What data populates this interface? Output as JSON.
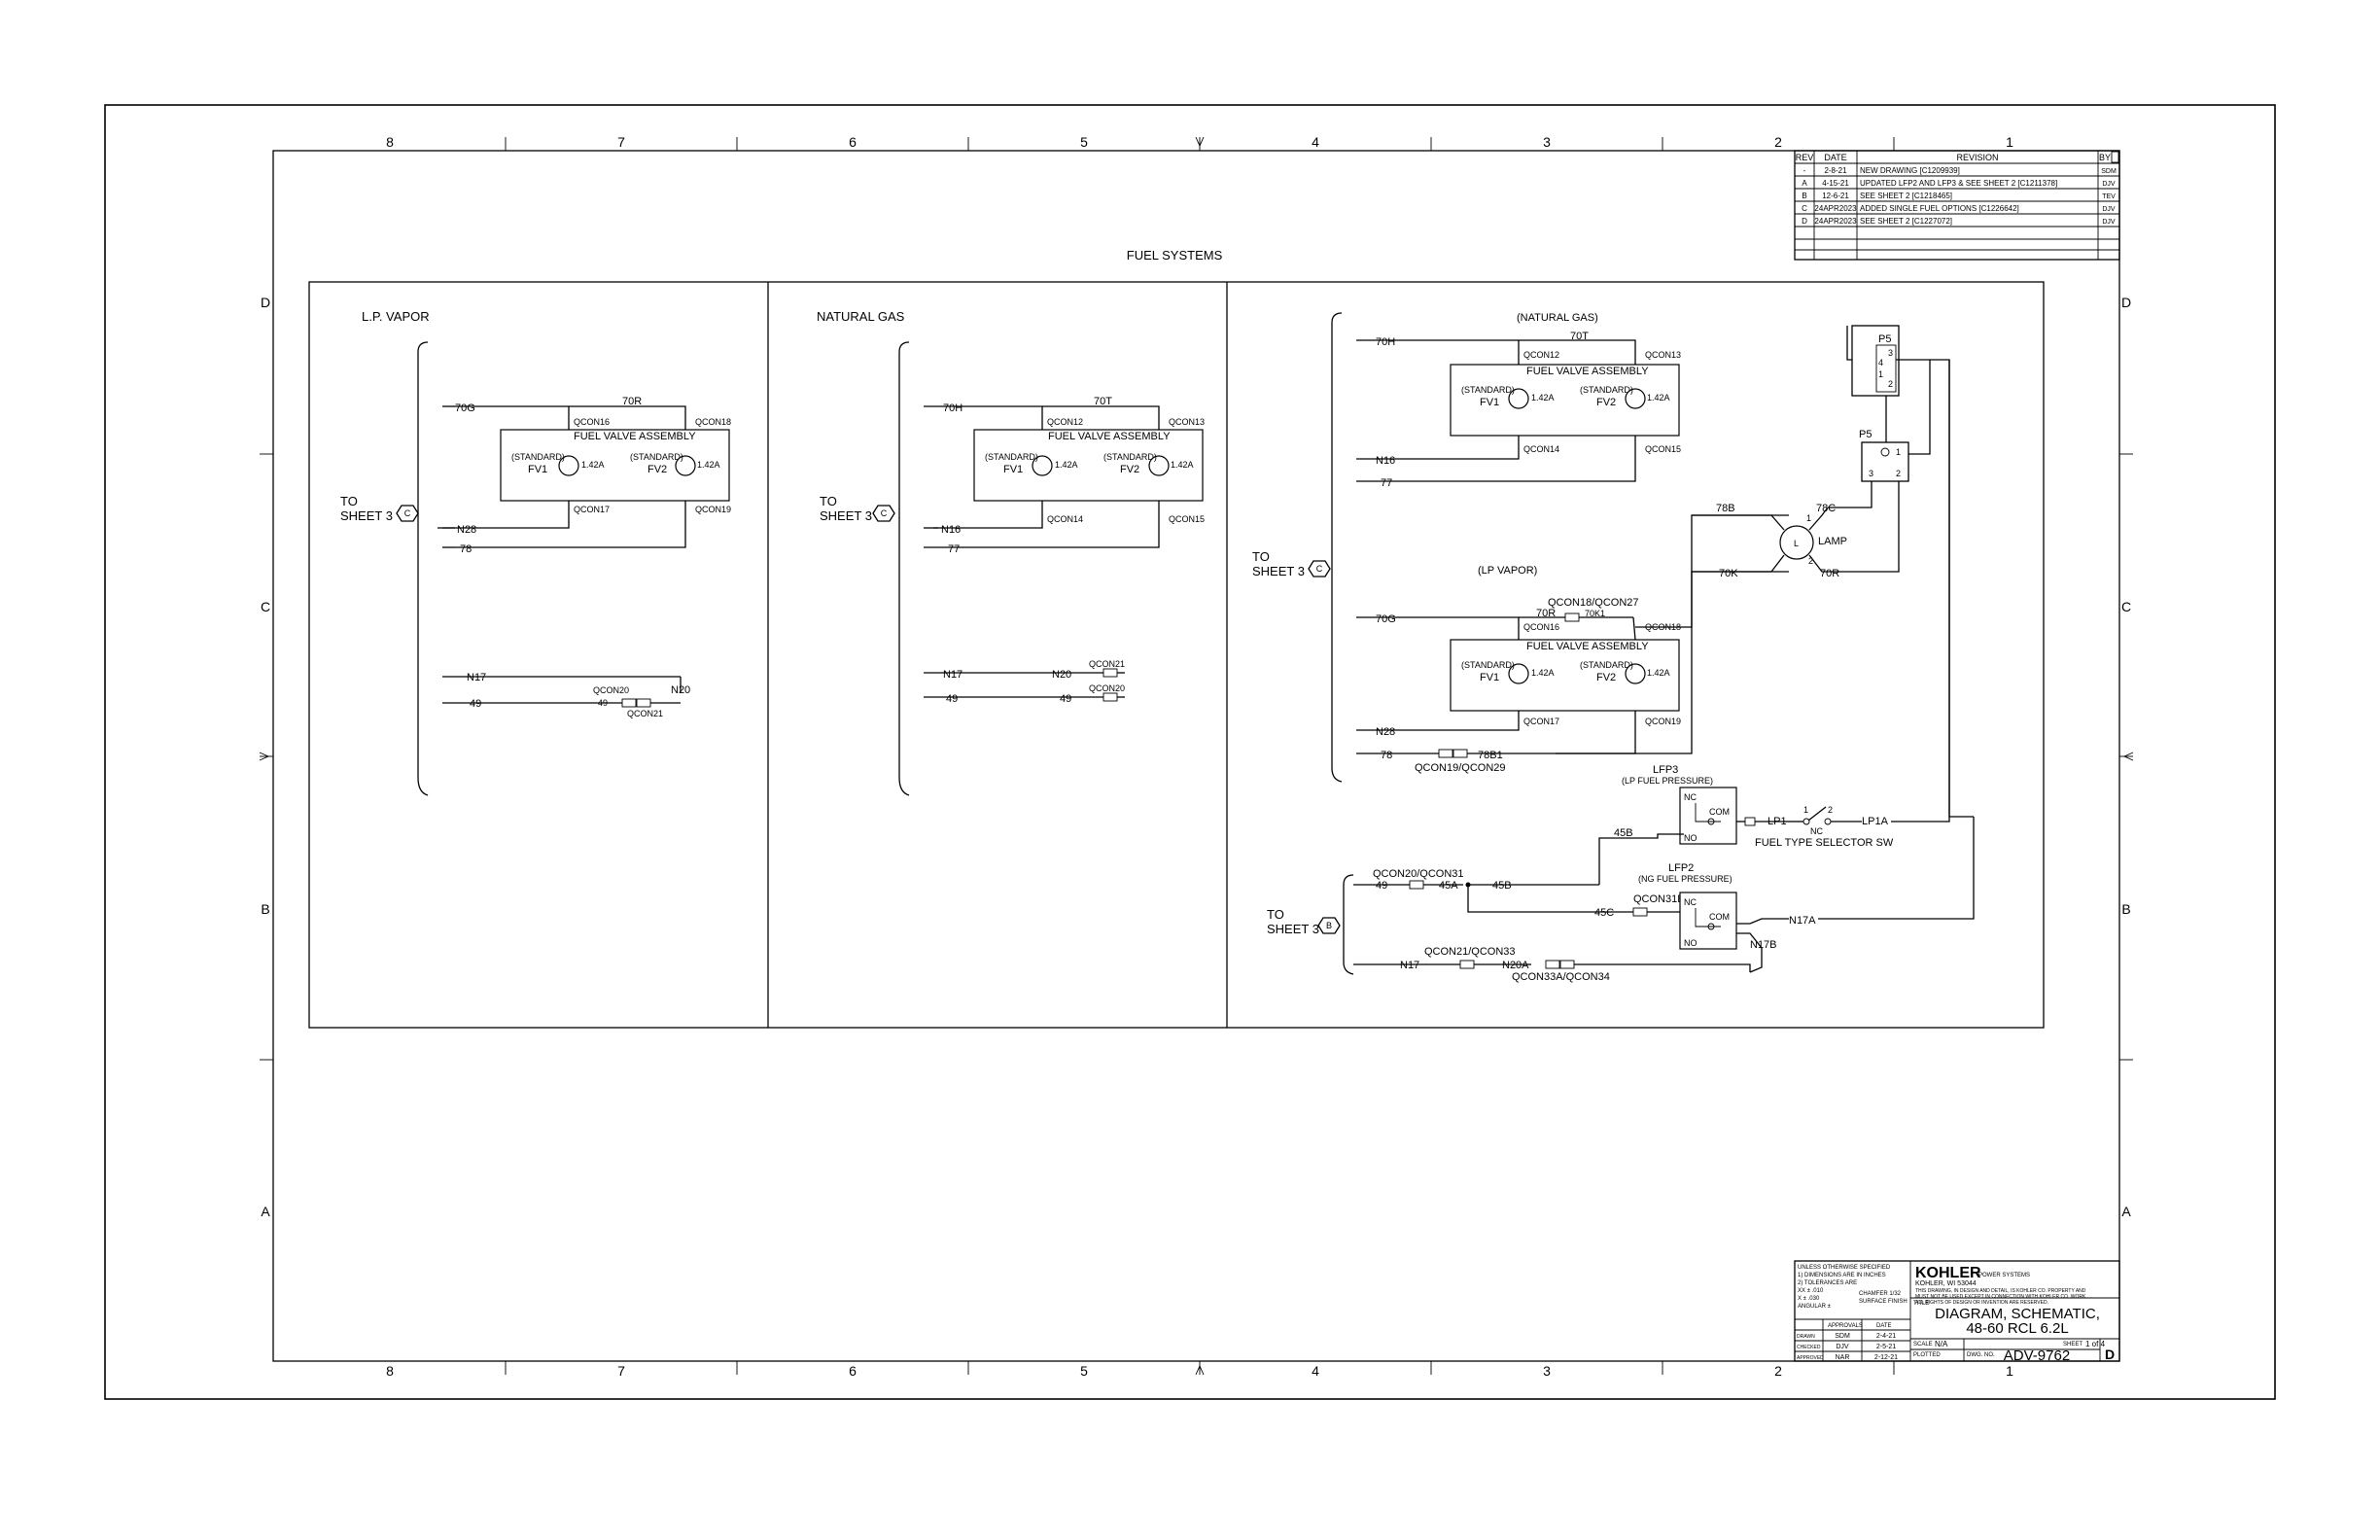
{
  "grid": {
    "cols": [
      "8",
      "7",
      "6",
      "5",
      "4",
      "3",
      "2",
      "1"
    ],
    "rows": [
      "D",
      "C",
      "B",
      "A"
    ]
  },
  "title": "FUEL SYSTEMS",
  "revision_block": {
    "headers": [
      "REV",
      "DATE",
      "REVISION",
      "BY"
    ],
    "rows": [
      {
        "rev": "-",
        "date": "2-8-21",
        "desc": "NEW DRAWING [C1209939]",
        "by": "SDM"
      },
      {
        "rev": "A",
        "date": "4-15-21",
        "desc": "UPDATED LFP2 AND LFP3 & SEE SHEET 2 [C1211378]",
        "by": "DJV"
      },
      {
        "rev": "B",
        "date": "12-6-21",
        "desc": "SEE SHEET 2 [C1218465]",
        "by": "TEV"
      },
      {
        "rev": "C",
        "date": "24APR2023",
        "desc": "ADDED SINGLE FUEL OPTIONS [C1226642]",
        "by": "DJV"
      },
      {
        "rev": "D",
        "date": "24APR2023",
        "desc": "SEE SHEET 2 [C1227072]",
        "by": "DJV"
      }
    ]
  },
  "panel_lp": {
    "heading": "L.P. VAPOR",
    "to_sheet": [
      "TO",
      "SHEET 3"
    ],
    "badge": "C",
    "assembly": "FUEL VALVE ASSEMBLY",
    "std1": "(STANDARD)",
    "fv1": "FV1",
    "std2": "(STANDARD)",
    "fv2": "FV2",
    "amp1": "1.42A",
    "amp2": "1.42A",
    "w_in": "70G",
    "w_top": "70R",
    "w_ret": "N28",
    "w_78": "78",
    "c_tl": "QCON16",
    "c_tr": "QCON18",
    "c_bl": "QCON17",
    "c_br": "QCON19",
    "w_n17": "N17",
    "w_49": "49",
    "w_n20": "N20",
    "c_q20": "QCON20",
    "c_q21": "QCON21",
    "w_49b": "49"
  },
  "panel_ng": {
    "heading": "NATURAL GAS",
    "to_sheet": [
      "TO",
      "SHEET 3"
    ],
    "badge": "C",
    "assembly": "FUEL VALVE ASSEMBLY",
    "std1": "(STANDARD)",
    "fv1": "FV1",
    "std2": "(STANDARD)",
    "fv2": "FV2",
    "amp1": "1.42A",
    "amp2": "1.42A",
    "w_in": "70H",
    "w_top": "70T",
    "w_ret": "N16",
    "w_77": "77",
    "c_tl": "QCON12",
    "c_tr": "QCON13",
    "c_bl": "QCON14",
    "c_br": "QCON15",
    "w_n17": "N17",
    "w_49": "49",
    "w_n20": "N20",
    "c_q21": "QCON21",
    "w_49b": "49",
    "c_q20": "QCON20"
  },
  "panel_dual": {
    "to_sheet_c": [
      "TO",
      "SHEET 3"
    ],
    "badge_c": "C",
    "to_sheet_b": [
      "TO",
      "SHEET 3"
    ],
    "badge_b": "B",
    "ng_label": "(NATURAL GAS)",
    "lp_label": "(LP VAPOR)",
    "ng": {
      "assembly": "FUEL VALVE ASSEMBLY",
      "std1": "(STANDARD)",
      "fv1": "FV1",
      "std2": "(STANDARD)",
      "fv2": "FV2",
      "amp1": "1.42A",
      "amp2": "1.42A",
      "w_in": "70H",
      "w_top": "70T",
      "w_ret": "N16",
      "w_77": "77",
      "c_tl": "QCON12",
      "c_tr": "QCON13",
      "c_bl": "QCON14",
      "c_br": "QCON15"
    },
    "lp": {
      "assembly": "FUEL VALVE ASSEMBLY",
      "std1": "(STANDARD)",
      "fv1": "FV1",
      "std2": "(STANDARD)",
      "fv2": "FV2",
      "amp1": "1.42A",
      "amp2": "1.42A",
      "w_in": "70G",
      "w_top": "70R",
      "w_k1": "70K1",
      "w_ret": "N28",
      "w_78": "78",
      "w_78b1": "78B1",
      "c_top": "QCON18/QCON27",
      "c_tl": "QCON16",
      "c_tr": "QCON18",
      "c_bl": "QCON17",
      "c_br": "QCON19",
      "c_bot": "QCON19/QCON29"
    },
    "p5_top": "P5",
    "p5_mid": "P5",
    "p5_pins_top": [
      "3",
      "4",
      "1",
      "2"
    ],
    "p5_pins_mid": [
      "1",
      "3",
      "2"
    ],
    "lamp": "LAMP",
    "lamp_pins": [
      "1",
      "2"
    ],
    "w_78b": "78B",
    "w_78c": "78C",
    "w_70k": "70K",
    "w_70r": "70R",
    "lfp3_label": "LFP3",
    "lfp3_sub": "(LP FUEL PRESSURE)",
    "lfp2_label": "LFP2",
    "lfp2_sub": "(NG FUEL PRESSURE)",
    "sw_nc": "NC",
    "sw_com": "COM",
    "sw_no": "NO",
    "w_lp1": "LP1",
    "w_lp1a": "LP1A",
    "selector": "FUEL TYPE SELECTOR SW",
    "sel_nc": "NC",
    "sel_pins": [
      "1",
      "2"
    ],
    "w_45b_a": "45B",
    "w_45b_b": "45B",
    "w_45a": "45A",
    "w_45c": "45C",
    "w_49": "49",
    "c_q2031": "QCON20/QCON31",
    "c_q31b": "QCON31B",
    "w_n17a": "N17A",
    "w_n17b": "N17B",
    "w_n17": "N17",
    "w_n20a": "N20A",
    "c_q2133": "QCON21/QCON33",
    "c_q33a": "QCON33A/QCON34"
  },
  "title_block": {
    "notes": [
      "UNLESS OTHERWISE SPECIFIED",
      "1) DIMENSIONS ARE IN INCHES",
      "2) TOLERANCES ARE",
      "XX ± .010",
      "X ± .030",
      "ANGULAR ±"
    ],
    "finish": "CHAMFER 1/32",
    "surface": "SURFACE FINISH",
    "company": "KOHLER",
    "company_sub": "POWER SYSTEMS",
    "address": "KOHLER, WI 53044",
    "disclaimer": [
      "THIS DRAWING, IN DESIGN AND DETAIL, IS KOHLER CO. PROPERTY AND",
      "MUST NOT BE USED EXCEPT IN CONNECTION WITH KOHLER CO. WORK.",
      "ALL RIGHTS OF DESIGN OR INVENTION ARE RESERVED."
    ],
    "approvals": "APPROVALS",
    "date_hdr": "DATE",
    "appr_rows": [
      {
        "role": "DRAWN",
        "by": "SDM",
        "date": "2-4-21"
      },
      {
        "role": "CHECKED",
        "by": "DJV",
        "date": "2-5-21"
      },
      {
        "role": "APPROVED",
        "by": "NAR",
        "date": "2-12-21"
      }
    ],
    "title_lbl": "TITLE",
    "dwg_title": [
      "DIAGRAM, SCHEMATIC,",
      "48-60 RCL 6.2L"
    ],
    "scale_lbl": "SCALE",
    "scale": "N/A",
    "sheet_lbl": "SHEET",
    "sheet": "1 of 4",
    "plotted_lbl": "PLOTTED",
    "dwg_lbl": "DWG. NO.",
    "dwg_no": "ADV-9762",
    "rev": "D"
  }
}
